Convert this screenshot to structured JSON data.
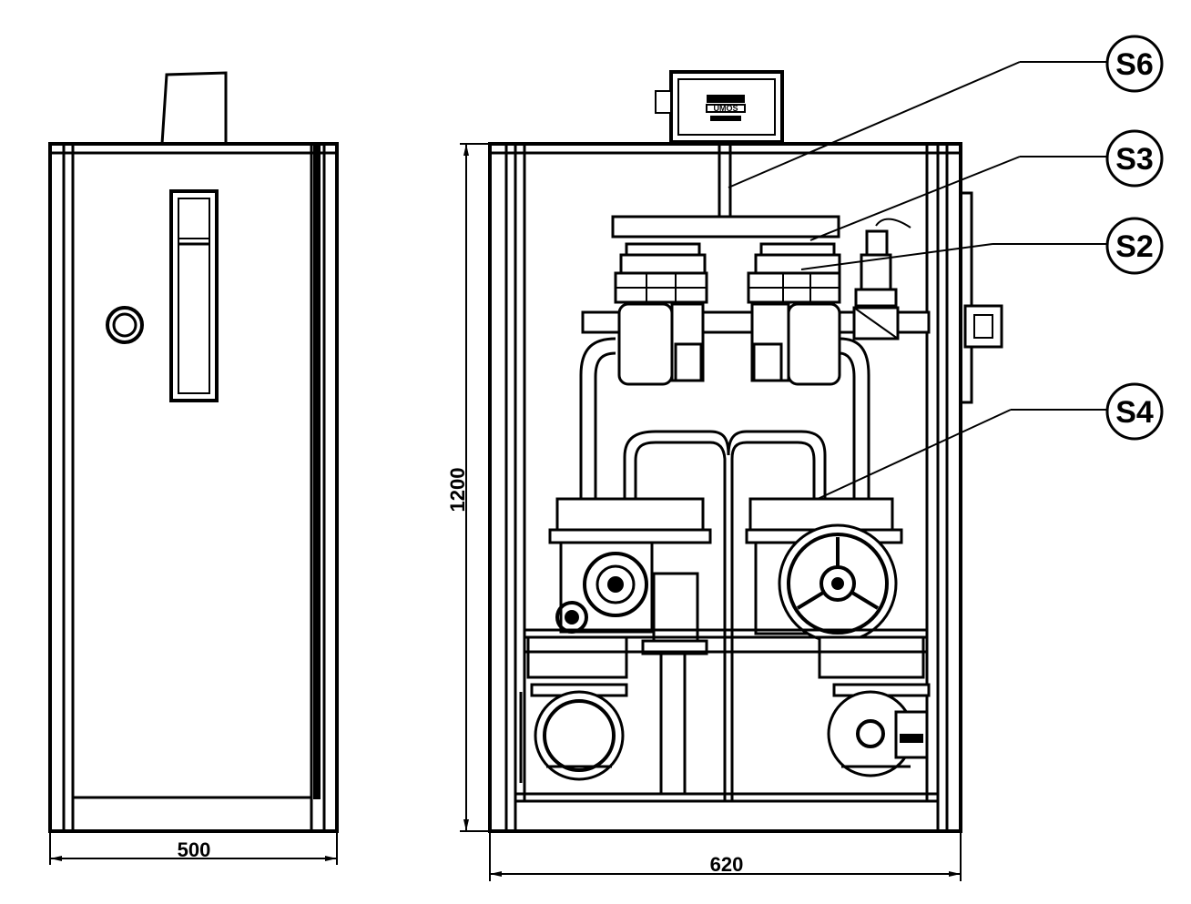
{
  "drawing": {
    "dimensions": {
      "side_width": "500",
      "front_width": "620",
      "height": "1200"
    },
    "callouts": [
      {
        "label": "S6"
      },
      {
        "label": "S3"
      },
      {
        "label": "S2"
      },
      {
        "label": "S4"
      }
    ],
    "controller_logo": "UMOS"
  }
}
